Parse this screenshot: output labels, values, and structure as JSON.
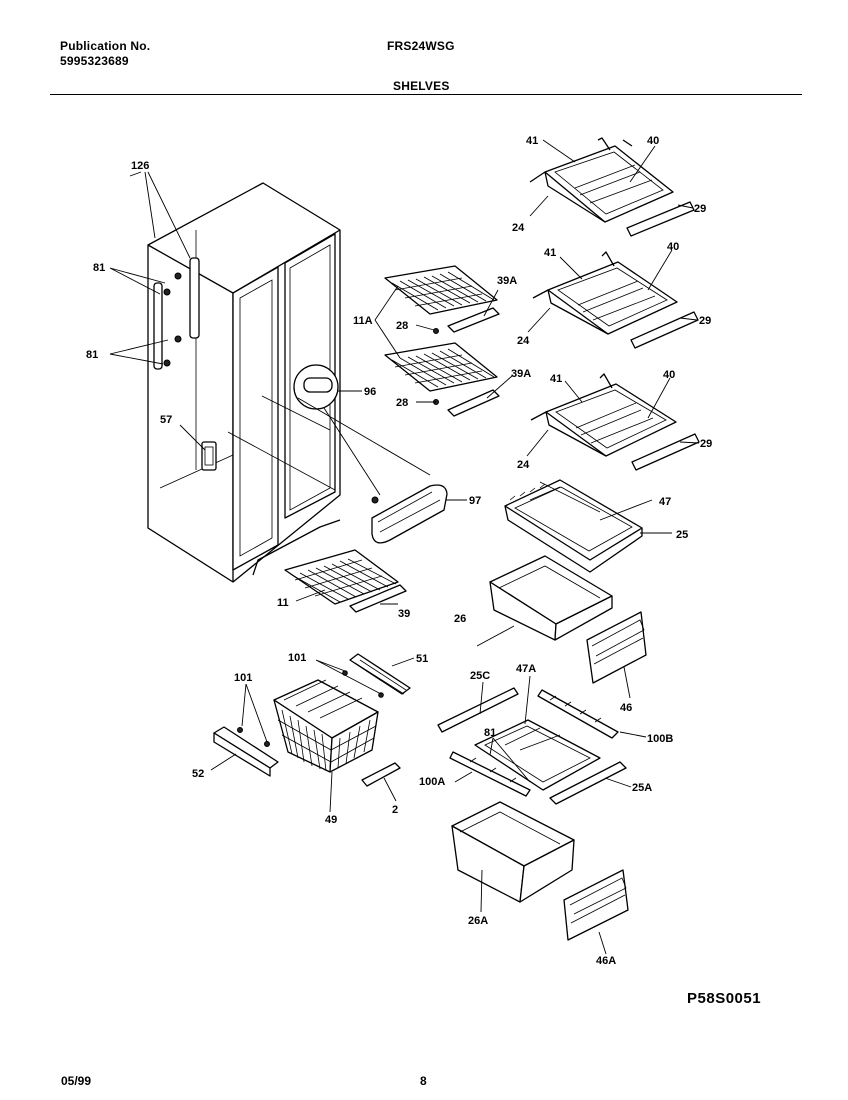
{
  "header": {
    "publication_label": "Publication No.",
    "publication_number": "5995323689",
    "model": "FRS24WSG",
    "section": "SHELVES"
  },
  "footer": {
    "date": "05/99",
    "page": "8",
    "drawing_code": "P58S0051"
  },
  "callouts": {
    "c126": "126",
    "c81a": "81",
    "c81b": "81",
    "c57": "57",
    "c96": "96",
    "c97": "97",
    "c11A": "11A",
    "c28a": "28",
    "c39Aa": "39A",
    "c28b": "28",
    "c39Ab": "39A",
    "c11": "11",
    "c39": "39",
    "c41a": "41",
    "c40a": "40",
    "c24a": "24",
    "c29a": "29",
    "c41b": "41",
    "c40b": "40",
    "c24b": "24",
    "c29b": "29",
    "c41c": "41",
    "c40c": "40",
    "c24c": "24",
    "c29c": "29",
    "c47": "47",
    "c25": "25",
    "c26": "26",
    "c46": "46",
    "c101a": "101",
    "c51": "51",
    "c101b": "101",
    "c52": "52",
    "c49": "49",
    "c2": "2",
    "c25C": "25C",
    "c47A": "47A",
    "c81c": "81",
    "c100B": "100B",
    "c100A": "100A",
    "c25A": "25A",
    "c26A": "26A",
    "c46A": "46A"
  }
}
